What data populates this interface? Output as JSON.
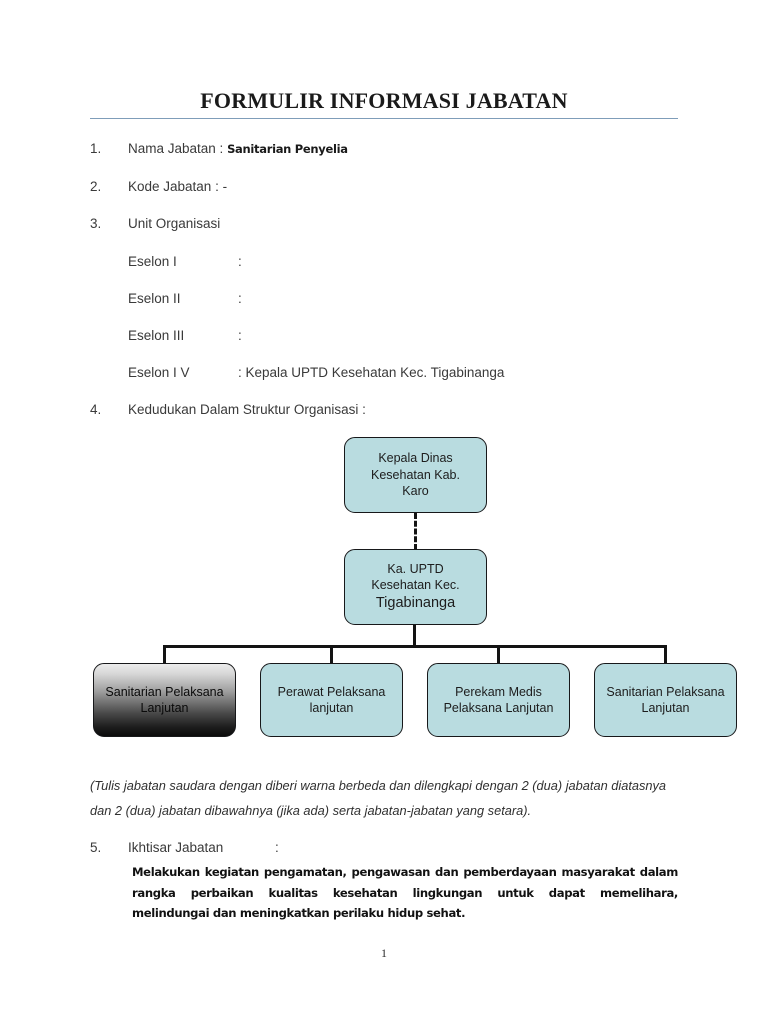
{
  "document": {
    "title": "FORMULIR INFORMASI JABATAN",
    "page_number": "1",
    "rule_color": "#7f9db9"
  },
  "items": [
    {
      "num": "1.",
      "label": "Nama Jabatan :",
      "value": "Sanitarian Penyelia"
    },
    {
      "num": "2.",
      "label": "Kode Jabatan  : -"
    },
    {
      "num": "3.",
      "label": "Unit Organisasi"
    },
    {
      "num": "4.",
      "label": "Kedudukan Dalam Struktur Organisasi :"
    },
    {
      "num": "5.",
      "label": "Ikhtisar Jabatan",
      "colon": ":"
    }
  ],
  "eselon": [
    {
      "label": "Eselon I",
      "value": ":"
    },
    {
      "label": "Eselon II",
      "value": ":"
    },
    {
      "label": "Eselon III",
      "value": ":"
    },
    {
      "label": "Eselon I V",
      "value": ": Kepala UPTD Kesehatan Kec. Tigabinanga"
    }
  ],
  "chart_data": {
    "type": "diagram",
    "title": "Kedudukan Dalam Struktur Organisasi",
    "node_fill": "#b9dce0",
    "node_border": "#17181a",
    "highlight_fill": "gradient-gray-to-black",
    "levels": [
      {
        "level": 1,
        "nodes": [
          {
            "id": "kepala-dinas",
            "lines": [
              "Kepala Dinas",
              "Kesehatan Kab.",
              "Karo"
            ],
            "highlight": false
          }
        ]
      },
      {
        "level": 2,
        "nodes": [
          {
            "id": "ka-uptd",
            "lines": [
              "Ka. UPTD",
              "Kesehatan Kec.",
              "Tigabinanga"
            ],
            "emphasis_line": 2,
            "highlight": false
          }
        ]
      },
      {
        "level": 3,
        "nodes": [
          {
            "id": "sanitarian-pelaksana-lanjutan-1",
            "lines": [
              "Sanitarian Pelaksana",
              "Lanjutan"
            ],
            "highlight": true
          },
          {
            "id": "perawat-pelaksana-lanjutan",
            "lines": [
              "Perawat Pelaksana",
              "lanjutan"
            ],
            "highlight": false
          },
          {
            "id": "perekam-medis-pelaksana-lanjutan",
            "lines": [
              "Perekam Medis",
              "Pelaksana Lanjutan"
            ],
            "highlight": false
          },
          {
            "id": "sanitarian-pelaksana-lanjutan-2",
            "lines": [
              "Sanitarian Pelaksana",
              "Lanjutan"
            ],
            "highlight": false
          }
        ]
      }
    ],
    "connectors": [
      {
        "from": "kepala-dinas",
        "to": "ka-uptd",
        "style": "dashed"
      },
      {
        "from": "ka-uptd",
        "to": "sanitarian-pelaksana-lanjutan-1",
        "style": "solid"
      },
      {
        "from": "ka-uptd",
        "to": "perawat-pelaksana-lanjutan",
        "style": "solid"
      },
      {
        "from": "ka-uptd",
        "to": "perekam-medis-pelaksana-lanjutan",
        "style": "solid"
      },
      {
        "from": "ka-uptd",
        "to": "sanitarian-pelaksana-lanjutan-2",
        "style": "solid"
      }
    ]
  },
  "note": "(Tulis jabatan saudara dengan diberi warna berbeda dan dilengkapi dengan 2 (dua) jabatan diatasnya dan 2 (dua) jabatan dibawahnya (jika ada) serta jabatan-jabatan yang setara).",
  "ikhtisar_text": "Melakukan kegiatan pengamatan, pengawasan dan pemberdayaan masyarakat dalam rangka perbaikan kualitas kesehatan lingkungan untuk dapat memelihara, melindungai dan meningkatkan perilaku hidup sehat."
}
